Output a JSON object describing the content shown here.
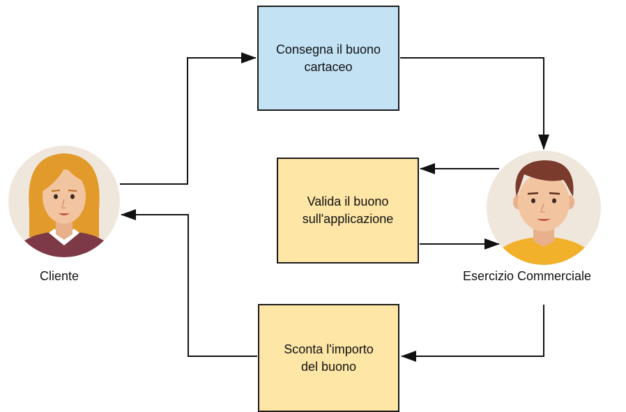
{
  "actors": {
    "client": {
      "label": "Cliente"
    },
    "merchant": {
      "label": "Esercizio Commerciale"
    }
  },
  "steps": {
    "deliver": {
      "line1": "Consegna il buono",
      "line2": "cartaceo",
      "color": "#c3e3f5"
    },
    "validate": {
      "line1": "Valida il buono",
      "line2": "sull'applicazione",
      "color": "#fde6a6"
    },
    "discount": {
      "line1": "Sconta l'importo",
      "line2": "del buono",
      "color": "#fde6a6"
    }
  },
  "icons": {
    "client": "woman-avatar-icon",
    "merchant": "man-avatar-icon"
  }
}
